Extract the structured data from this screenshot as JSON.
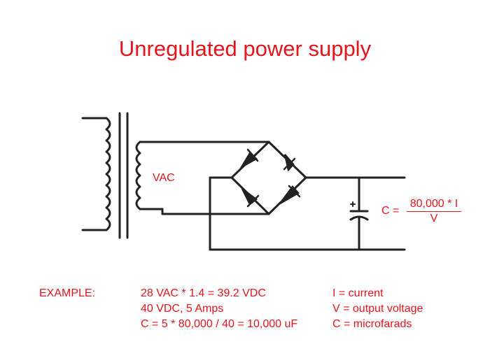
{
  "title": "Unregulated power supply",
  "vac_label": "VAC",
  "formula": {
    "lhs": "C =",
    "numerator": "80,000 * I",
    "denominator": "V"
  },
  "example": {
    "label": "EXAMPLE:",
    "lines": [
      "28 VAC * 1.4 = 39.2 VDC",
      "40 VDC, 5 Amps",
      "C = 5 * 80,000 / 40 = 10,000 uF"
    ],
    "legend": [
      "I = current",
      "V = output voltage",
      "C = microfarads"
    ]
  },
  "colors": {
    "accent": "#e8141b",
    "wire": "#222222"
  }
}
